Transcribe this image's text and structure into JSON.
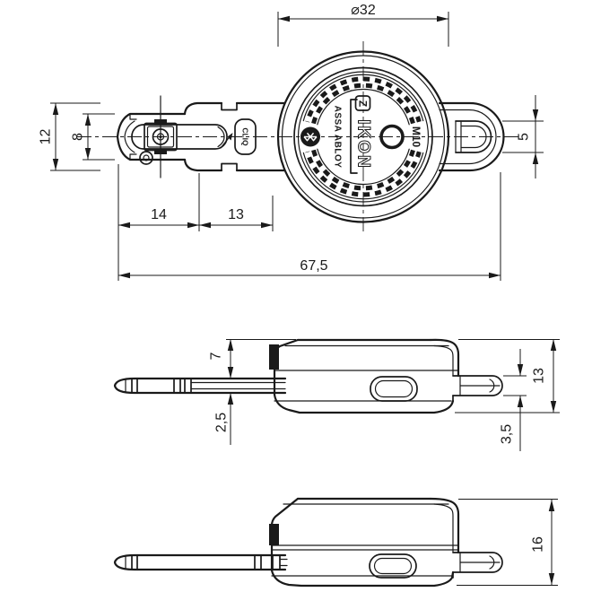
{
  "drawing": {
    "background": "#ffffff",
    "line_color": "#1a1a1a",
    "description": "Technical drawing of electronic key, three views"
  },
  "key_labels": {
    "brand_mark": "Z",
    "brand": "IKON",
    "company": "ASSA ABLOY",
    "system": "CLIQ",
    "thread": "M10",
    "bluetooth_icon": "bluetooth"
  },
  "dimensions": {
    "head_diameter": "⌀32",
    "bow_width": "12",
    "blade_width": "8",
    "clip_end_width": "5",
    "tip_section_length": "14",
    "mid_section_length": "13",
    "overall_length": "67,5",
    "head_top_to_blade": "7",
    "blade_thickness": "2,5",
    "head_thickness_small": "13",
    "clip_thickness": "3,5",
    "head_thickness_large": "16"
  }
}
